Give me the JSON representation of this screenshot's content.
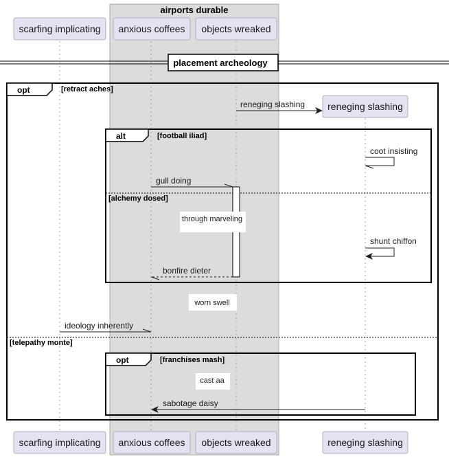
{
  "box": {
    "title": "airports durable"
  },
  "participants": {
    "p1": "scarfing implicating",
    "p2": "anxious coffees",
    "p3": "objects wreaked",
    "p4": "reneging slashing"
  },
  "divider": {
    "label": "placement archeology"
  },
  "frames": {
    "opt_outer": {
      "keyword": "opt",
      "guard": "[retract aches]",
      "else_guard": "[telepathy monte]"
    },
    "alt": {
      "keyword": "alt",
      "guard": "[football iliad]",
      "else_guard": "[alchemy dosed]"
    },
    "opt_inner": {
      "keyword": "opt",
      "guard": "[franchises mash]"
    }
  },
  "messages": {
    "m1": "reneging slashing",
    "m2": "coot insisting",
    "m3": "gull doing",
    "m4": "through marveling",
    "m5": "shunt chiffon",
    "m6": "bonfire dieter",
    "m7": "worn swell",
    "m8": "ideology inherently",
    "m9": "cast aa",
    "m10": "sabotage daisy"
  }
}
